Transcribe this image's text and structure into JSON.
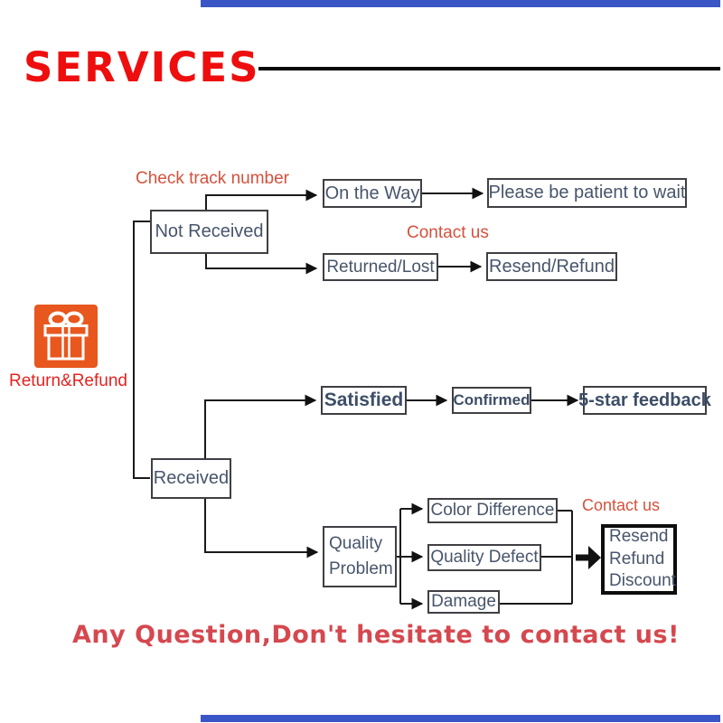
{
  "title": {
    "text": "SERVICES",
    "color": "#ee0e0e"
  },
  "icon": {
    "name": "gift-icon",
    "label": "Return&Refund",
    "background": "#e8571e",
    "glyph_color": "#ffffff"
  },
  "annotations": {
    "check_track": "Check track number",
    "contact_us_top": "Contact us",
    "contact_us_bottom": "Contact us",
    "annotation_color": "#d5513c"
  },
  "nodes": {
    "not_received": "Not Received",
    "on_the_way": "On the Way",
    "please_wait": "Please be patient to wait",
    "returned_lost": "Returned/Lost",
    "resend_refund": "Resend/Refund",
    "satisfied": "Satisfied",
    "confirmed": "Confirmed",
    "five_star": "5-star feedback",
    "received": "Received",
    "quality_problem": {
      "line1": "Quality",
      "line2": "Problem"
    },
    "color_difference": "Color Difference",
    "quality_defect": "Quality Defect",
    "damage": "Damage",
    "outcome": {
      "line1": "Resend",
      "line2": "Refund",
      "line3": "Discount"
    }
  },
  "footer": {
    "text": "Any Question,Don't hesitate to contact us!",
    "color": "#d5484f"
  },
  "colors": {
    "box_border": "#3f3f44",
    "box_text": "#47556b",
    "connector": "#1a1a1a",
    "edge_bar": "#3a55c6",
    "title_rule": "#0a0a0a"
  }
}
